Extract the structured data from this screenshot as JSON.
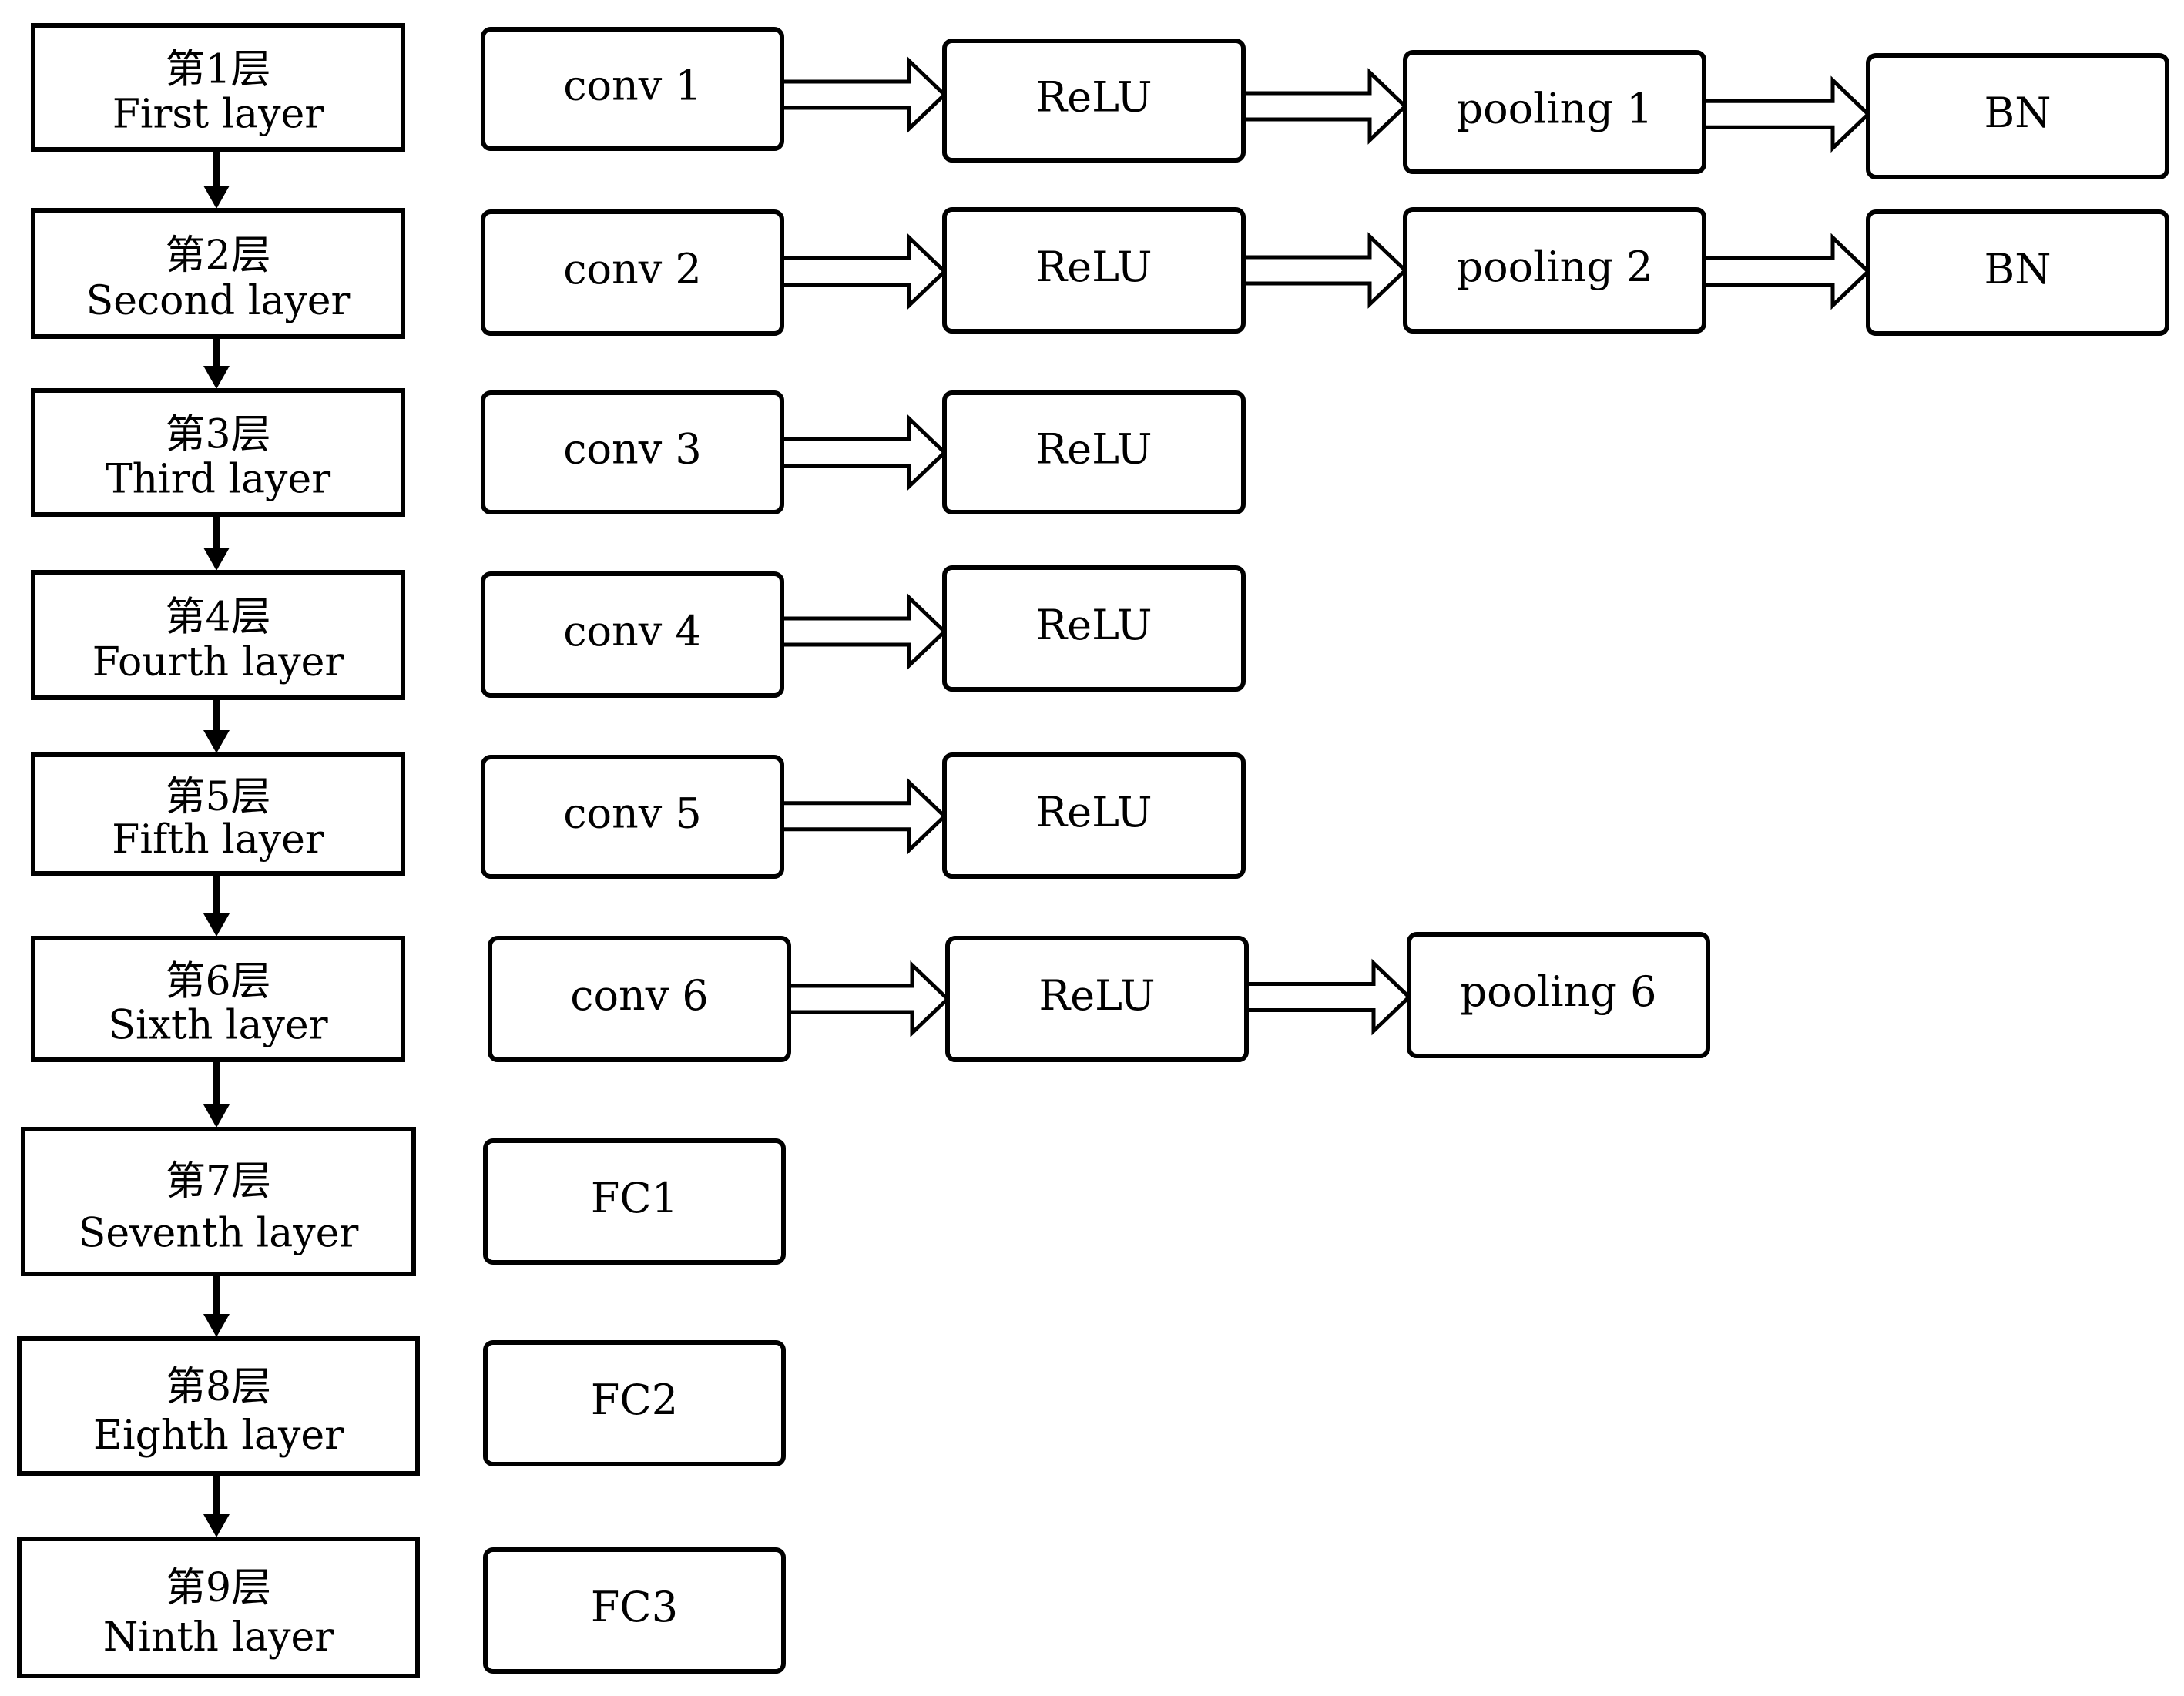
{
  "layers": [
    {
      "cn": "第1层",
      "en": "First layer",
      "ops": [
        "conv 1",
        "ReLU",
        "pooling 1",
        "BN"
      ]
    },
    {
      "cn": "第2层",
      "en": "Second layer",
      "ops": [
        "conv 2",
        "ReLU",
        "pooling 2",
        "BN"
      ]
    },
    {
      "cn": "第3层",
      "en": "Third layer",
      "ops": [
        "conv 3",
        "ReLU"
      ]
    },
    {
      "cn": "第4层",
      "en": "Fourth layer",
      "ops": [
        "conv 4",
        "ReLU"
      ]
    },
    {
      "cn": "第5层",
      "en": "Fifth layer",
      "ops": [
        "conv 5",
        "ReLU"
      ]
    },
    {
      "cn": "第6层",
      "en": "Sixth layer",
      "ops": [
        "conv 6",
        "ReLU",
        "pooling 6"
      ]
    },
    {
      "cn": "第7层",
      "en": "Seventh layer",
      "ops": [
        "FC1"
      ]
    },
    {
      "cn": "第8层",
      "en": "Eighth layer",
      "ops": [
        "FC2"
      ]
    },
    {
      "cn": "第9层",
      "en": "Ninth layer",
      "ops": [
        "FC3"
      ]
    }
  ]
}
